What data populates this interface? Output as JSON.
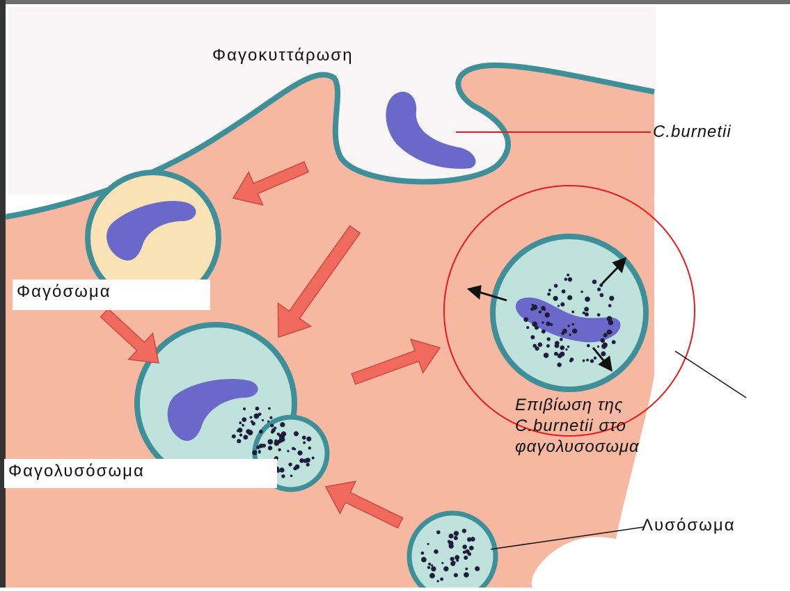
{
  "labels": {
    "phagocytosis": "Φαγοκυττάρωση",
    "pathogen": "C.burnetii",
    "phagosome": "Φαγόσωμα",
    "phagolysosome": "Φαγολυσόσωμα",
    "survival_line1": "Επιβίωση της",
    "survival_line2": "C.burnetii στο",
    "survival_line3": "φαγολυσοσωμα",
    "lysosome": "Λυσόσωμα"
  },
  "colors": {
    "cytoplasm": "#f6b8a0",
    "membrane": "#3f8f99",
    "vesicle_fill": "#bfe3dc",
    "phagosome_fill": "#f8e2b6",
    "bacterium": "#6a68c8",
    "arrow": "#f06b5e",
    "highlight_circle": "#e8181c",
    "granule": "#1e1e3a"
  }
}
